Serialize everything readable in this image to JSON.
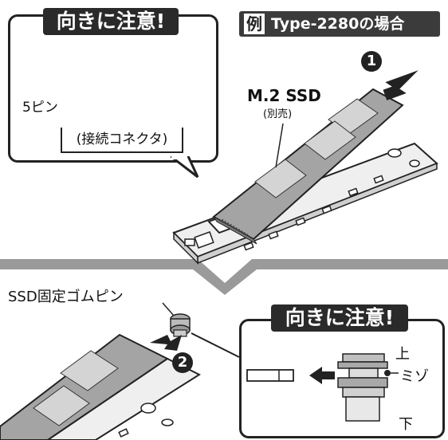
{
  "top_callout": {
    "title": "向きに注意!",
    "pin_label": "5ピン",
    "connector_label": "(接続コネクタ)"
  },
  "example_tag": {
    "mark": "例",
    "label": "Type-2280の場合"
  },
  "ssd": {
    "name": "M.2 SSD",
    "note": "(別売)"
  },
  "steps": {
    "step1": "1",
    "step2": "2"
  },
  "rubber_pin": {
    "label": "SSD固定ゴムピン"
  },
  "bottom_callout": {
    "title": "向きに注意!",
    "top": "上",
    "groove": "ミゾ",
    "bottom": "下"
  },
  "colors": {
    "dark": "#2a2a2a",
    "tag_bg": "#3b3b3b",
    "board": "#e8e8e8",
    "ssd": "#9c9c9c",
    "chip": "#c8c8c8"
  }
}
